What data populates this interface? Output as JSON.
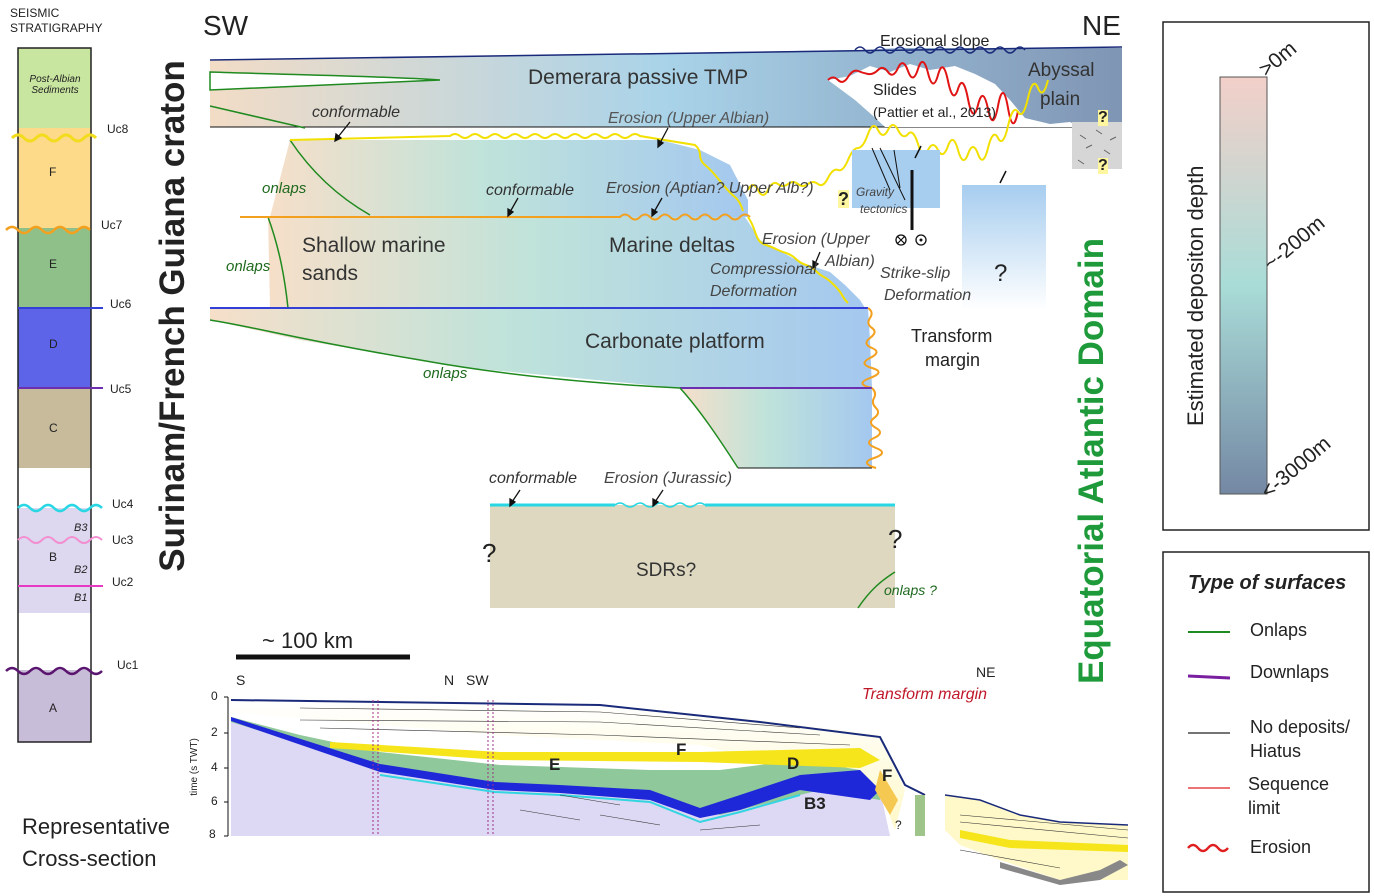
{
  "column": {
    "title_line1": "SEISMIC",
    "title_line2": "STRATIGRAPHY",
    "units": [
      {
        "name": "Post-Albian Sediments",
        "color": "#c9e6a0"
      },
      {
        "name": "F",
        "color": "#fdd98a"
      },
      {
        "name": "E",
        "color": "#8fc089"
      },
      {
        "name": "D",
        "color": "#5d64e8"
      },
      {
        "name": "C",
        "color": "#c7bb9c"
      },
      {
        "name": "B",
        "color": "#ddd8ef"
      },
      {
        "name": "B3",
        "color": ""
      },
      {
        "name": "B2",
        "color": ""
      },
      {
        "name": "B1",
        "color": ""
      },
      {
        "name": "A",
        "color": "#c8bdd8"
      }
    ],
    "unconformities": [
      "Uc8",
      "Uc7",
      "Uc6",
      "Uc5",
      "Uc4",
      "Uc3",
      "Uc2",
      "Uc1"
    ]
  },
  "side_labels": {
    "left_vertical": "Surinam/French Guiana craton",
    "right_vertical": "Equatorial Atlantic Domain"
  },
  "diagram": {
    "sw": "SW",
    "ne": "NE",
    "demerara": "Demerara passive TMP",
    "erosional_slope": "Erosional slope",
    "abyssal1": "Abyssal",
    "abyssal2": "plain",
    "slides": "Slides",
    "pattier": "(Pattier et al., 2013)",
    "conformable": "conformable",
    "erosion_upper_albian": "Erosion (Upper Albian)",
    "erosion_aptian": "Erosion (Aptian? Upper Alb?)",
    "erosion_upper2_line1": "Erosion (Upper",
    "erosion_upper2_line2": "Albian)",
    "onlaps": "onlaps",
    "onlaps_q": "onlaps ?",
    "shallow1": "Shallow marine",
    "shallow2": "sands",
    "marine_deltas": "Marine deltas",
    "compressional1": "Compressional",
    "compressional2": "Deformation",
    "carbonate": "Carbonate platform",
    "gravity1": "Gravity",
    "gravity2": "tectonics",
    "strike1": "Strike-slip",
    "strike2": "Deformation",
    "transform1": "Transform",
    "transform2": "margin",
    "erosion_jurassic": "Erosion (Jurassic)",
    "sdrs": "SDRs?",
    "q": "?"
  },
  "legend_depth": {
    "title": "Estimated depositon depth",
    "top": ">0m",
    "mid": "~-200m",
    "bottom": "<-3000m"
  },
  "legend_surfaces": {
    "title": "Type of surfaces",
    "items": [
      {
        "label": "Onlaps",
        "color": "#1f8a1f"
      },
      {
        "label": "Downlaps",
        "color": "#7a1fa0"
      },
      {
        "label": "No deposits/ Hiatus",
        "color": "#222222"
      },
      {
        "label": "Sequence limit",
        "color": "#e02020"
      },
      {
        "label": "Erosion",
        "color": "#e02020"
      }
    ]
  },
  "section": {
    "scale": "~ 100 km",
    "s": "S",
    "n": "N",
    "sw": "SW",
    "ne": "NE",
    "transform": "Transform margin",
    "axis_label": "time (s TWT)",
    "ticks": [
      "0",
      "2",
      "4",
      "6",
      "8"
    ],
    "unit_labels": [
      "E",
      "F",
      "D",
      "F",
      "B3"
    ],
    "caption1": "Representative",
    "caption2": "Cross-section"
  }
}
